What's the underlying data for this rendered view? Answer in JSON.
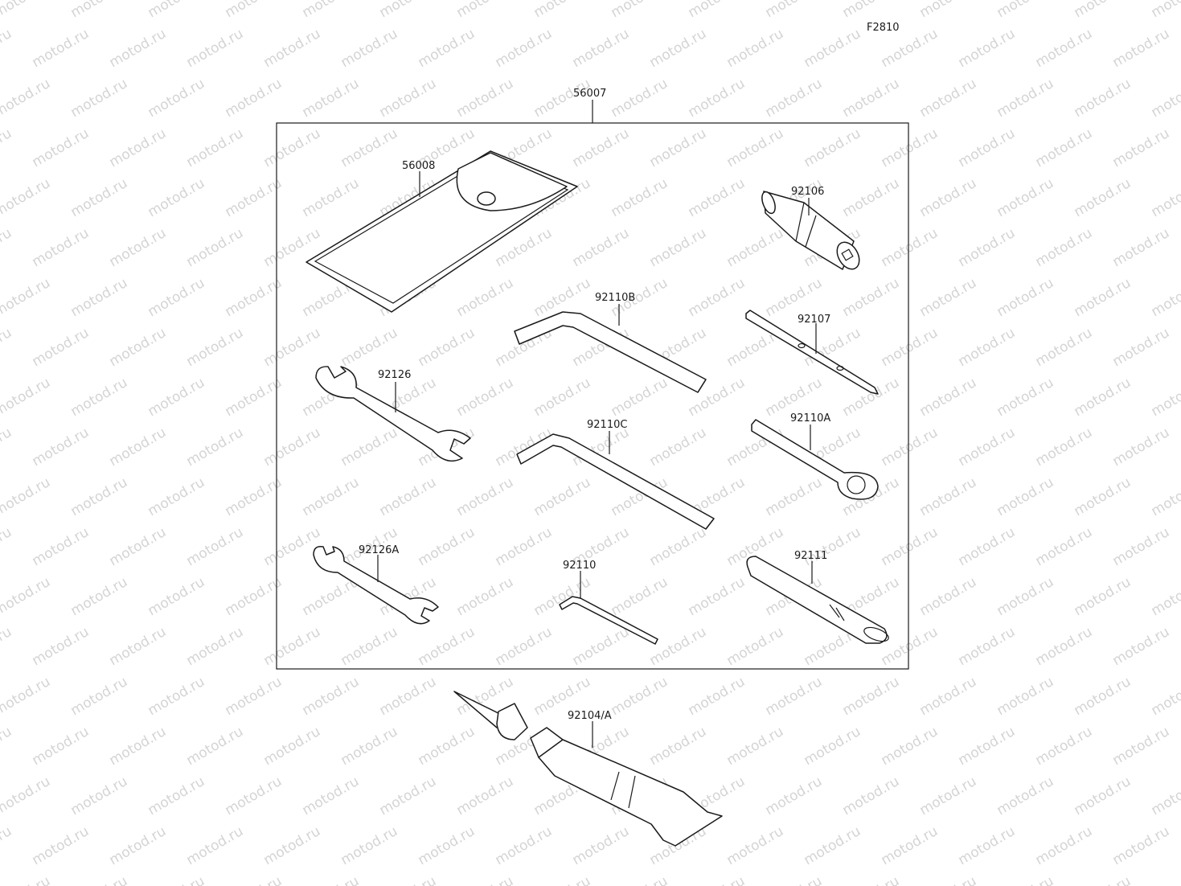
{
  "figure_code": "F2810",
  "watermark": {
    "text": "motod.ru",
    "color": "#d4d4d4"
  },
  "parts": {
    "kit": "56007",
    "pouch": "56008",
    "socket": "92106",
    "hex_large": "92110B",
    "screwdriver": "92107",
    "wrench": "92126",
    "hex_medium": "92110C",
    "ring_wrench": "92110A",
    "wrench_small": "92126A",
    "hex_small": "92110",
    "bar": "92111",
    "grease": "92104/A"
  }
}
